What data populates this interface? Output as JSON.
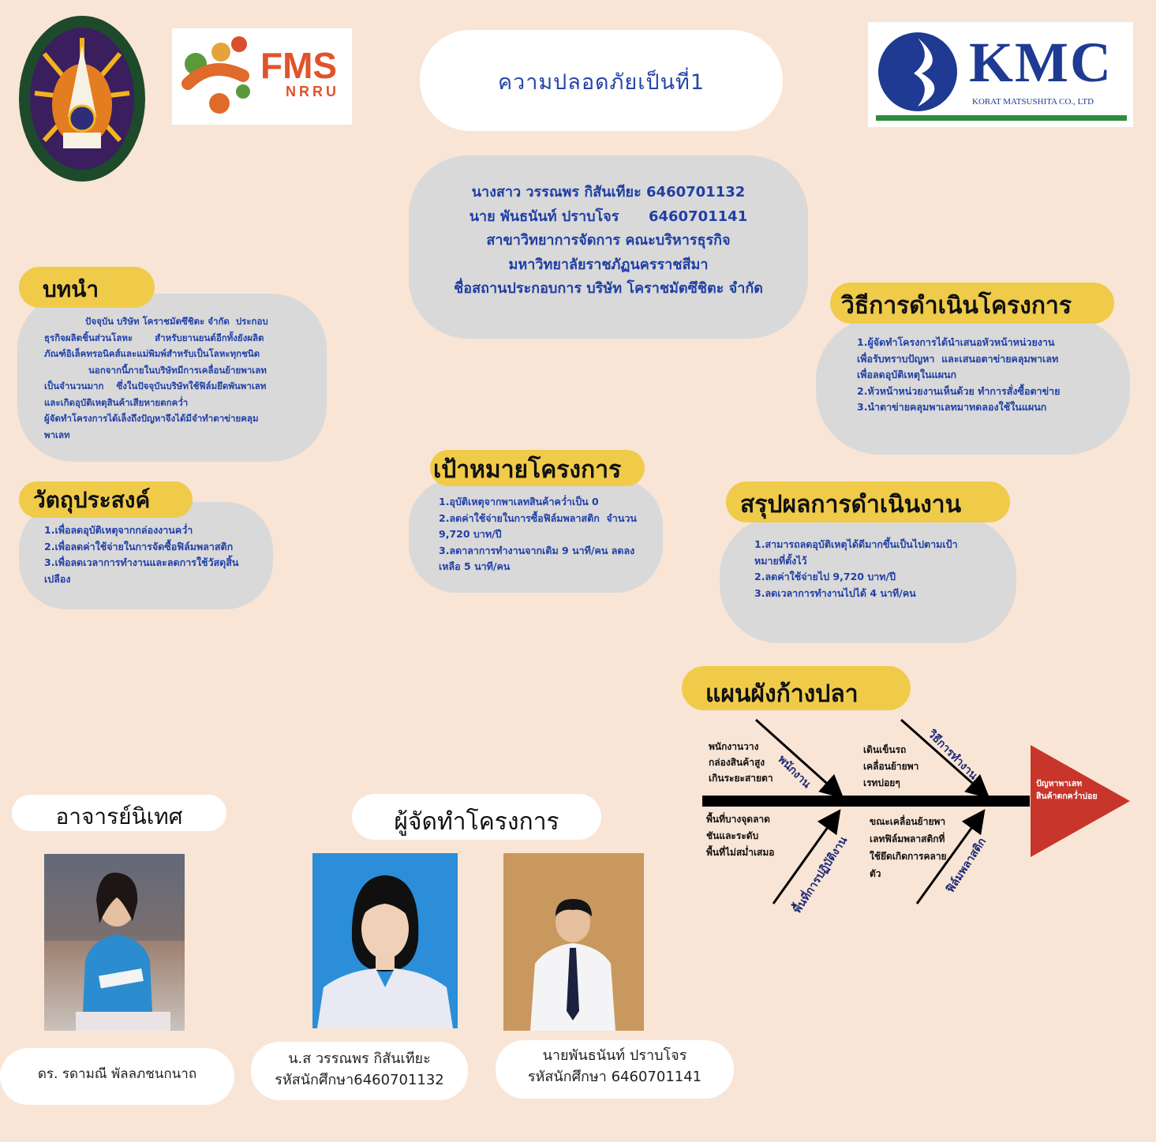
{
  "logos": {
    "fms_main": "FMS",
    "fms_sub": "NRRU",
    "kmc_main": "KMC",
    "kmc_sub": "KORAT MATSUSHITA CO., LTD"
  },
  "title": "ความปลอดภัยเป็นที่1",
  "authors_block": [
    "นางสาว วรรณพร กิสันเทียะ 6460701132",
    "นาย พันธนันท์ ปราบโจร      6460701141",
    "สาขาวิทยาการจัดการ คณะบริหารธุรกิจ",
    "มหาวิทยาลัยราชภัฏนครราชสีมา",
    "ชื่อสถานประกอบการ บริษัท โคราชมัตซึชิตะ จำกัด"
  ],
  "intro": {
    "heading": "บทนำ",
    "lines": [
      "             ปัจจุบัน บริษัท โคราชมัตซึชิตะ จำกัด  ประกอบ",
      "ธุรกิจผลิตชิ้นส่วนโลหะ       สำหรับยานยนต์อีกทั้งยังผลิต",
      "ภัณฑ์อิเล็คทรอนิคส์และแม่พิมพ์สำหรับเป็นโลหะทุกชนิด",
      "              นอกจากนี้ภายในบริษัทมีการเคลื่อนย้ายพาเลท",
      "เป็นจำนวนมาก    ซึ่งในปัจจุบันบริษัทใช้ฟิล์มยึดพันพาเลท",
      "และเกิดอุบัติเหตุสินค้าเสียหายตกคว่ำ",
      "ผู้จัดทำโครงการได้เล็งถึงปัญหาจึงได้มีจำทำตาข่ายคลุม",
      "พาเลท"
    ]
  },
  "objectives": {
    "heading": "วัตถุประสงค์",
    "lines": [
      "1.เพื่อลดอุบัติเหตุจากกล่องงานคว่ำ",
      "2.เพื่อลดค่าใช้จ่ายในการจัดซื้อฟิล์มพลาสติก",
      "3.เพื่อลดเวลาการทำงานและลดการใช้วัสดุสิ้น",
      "เปลือง"
    ]
  },
  "goals": {
    "heading": "เป้าหมายโครงการ",
    "lines": [
      "1.อุบัติเหตุจากพาเลทสินค้าคว่ำเป็น 0",
      "2.ลดค่าใช้จ่ายในการซื้อฟิล์มพลาสติก  จำนวน",
      "9,720 บาท/ปี",
      "3.ลดาลาการทำงานจากเดิม 9 นาที/คน ลดลง",
      "เหลือ 5 นาที/คน"
    ]
  },
  "methods": {
    "heading": "วิธีการดำเนินโครงการ",
    "lines": [
      "1.ผู้จัดทำโครงการได้นำเสนอหัวหน้าหน่วยงาน",
      "เพื่อรับทราบปัญหา  และเสนอตาข่ายคลุมพาเลท",
      "เพื่อลดอุบัติเหตุในแผนก",
      "2.หัวหน้าหน่วยงานเห็นด้วย ทำการสั่งซื้อตาข่าย",
      "3.นำตาข่ายคลุมพาเลทมาทดลองใช้ในแผนก"
    ]
  },
  "results": {
    "heading": "สรุปผลการดำเนินงาน",
    "lines": [
      "1.สามารถลดอุบัติเหตุได้ดีมากขึ้นเป็นไปตามเป้า",
      "หมายที่ตั้งไว้",
      "2.ลดค่าใช้จ่ายไป 9,720 บาท/ปี",
      "3.ลดเวลาการทำงานไปได้ 4 นาที/คน"
    ]
  },
  "fishbone": {
    "heading": "แผนผังก้างปลา",
    "head_lines": [
      "ปัญหาพาเลท",
      "สินค้าตกคว่ำบ่อย"
    ],
    "bone_labels": [
      "พนักงาน",
      "วิธีการทำงาน",
      "พื้นที่การปฏิบัติงาน",
      "ฟิล์มพลาสติก"
    ],
    "cause_employee": [
      "พนักงานวาง",
      "กล่องสินค้าสูง",
      "เกินระยะสายตา"
    ],
    "cause_method": [
      "เดินเข็นรถ",
      "เคลื่อนย้ายพา",
      "เรทบ่อยๆ"
    ],
    "cause_area": [
      "พื้นที่บางจุดลาด",
      "ชันและระดับ",
      "พื้นที่ไม่สม่ำเสมอ"
    ],
    "cause_film": [
      "ขณะเคลื่อนย้ายพา",
      "เลทฟิล์มพลาสติกที่",
      "ใช้ยึดเกิดการคลาย",
      "ตัว"
    ]
  },
  "advisor": {
    "heading": "อาจารย์นิเทศ",
    "name": "ดร. รดามณี พัลลภชนกนาถ"
  },
  "team": {
    "heading": "ผู้จัดทำโครงการ",
    "member1": [
      "น.ส วรรณพร กิสันเทียะ",
      "รหัสนักศึกษา6460701132"
    ],
    "member2": [
      "นายพันธนันท์ ปราบโจร",
      "รหัสนักศึกษา 6460701141"
    ]
  },
  "colors": {
    "background": "#f9e5d6",
    "accent_yellow": "#f0cb4a",
    "text_blue": "#1f3fa5",
    "card_gray": "#d9d9d9",
    "fish_head": "#c8352b"
  }
}
